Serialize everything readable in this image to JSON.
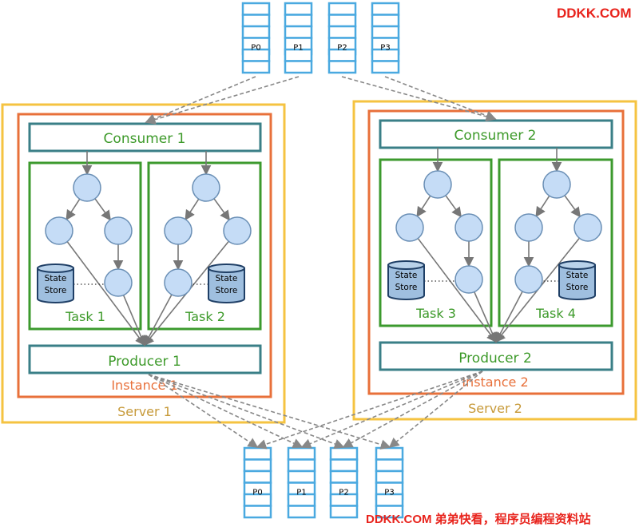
{
  "watermark_top": "DDKK.COM",
  "watermark_bottom": "DDKK.COM 弟弟快看，程序员编程资料站",
  "input_partitions": [
    "P0",
    "P1",
    "P2",
    "P3"
  ],
  "output_partitions": [
    "P0",
    "P1",
    "P2",
    "P3"
  ],
  "servers": [
    {
      "server_label": "Server 1",
      "instance_label": "Instance 1",
      "consumer_label": "Consumer 1",
      "producer_label": "Producer 1",
      "tasks": [
        {
          "label": "Task 1",
          "state_store": "State\nStore"
        },
        {
          "label": "Task 2",
          "state_store": "State\nStore"
        }
      ]
    },
    {
      "server_label": "Server 2",
      "instance_label": "Instance 2",
      "consumer_label": "Consumer 2",
      "producer_label": "Producer 2",
      "tasks": [
        {
          "label": "Task 3",
          "state_store": "State\nStore"
        },
        {
          "label": "Task 4",
          "state_store": "State\nStore"
        }
      ]
    }
  ],
  "colors": {
    "server_border": "#f5c341",
    "instance_border": "#e8703a",
    "teal_border": "#3a7f87",
    "task_border": "#3c9a2e",
    "green_text": "#3d9a2a",
    "orange_text": "#e8703a",
    "gold_text": "#c79a3a",
    "node_fill": "#c5dcf6",
    "partition_border": "#4aa9e0",
    "db_fill": "#9fbfdf",
    "watermark": "#e8231c"
  }
}
